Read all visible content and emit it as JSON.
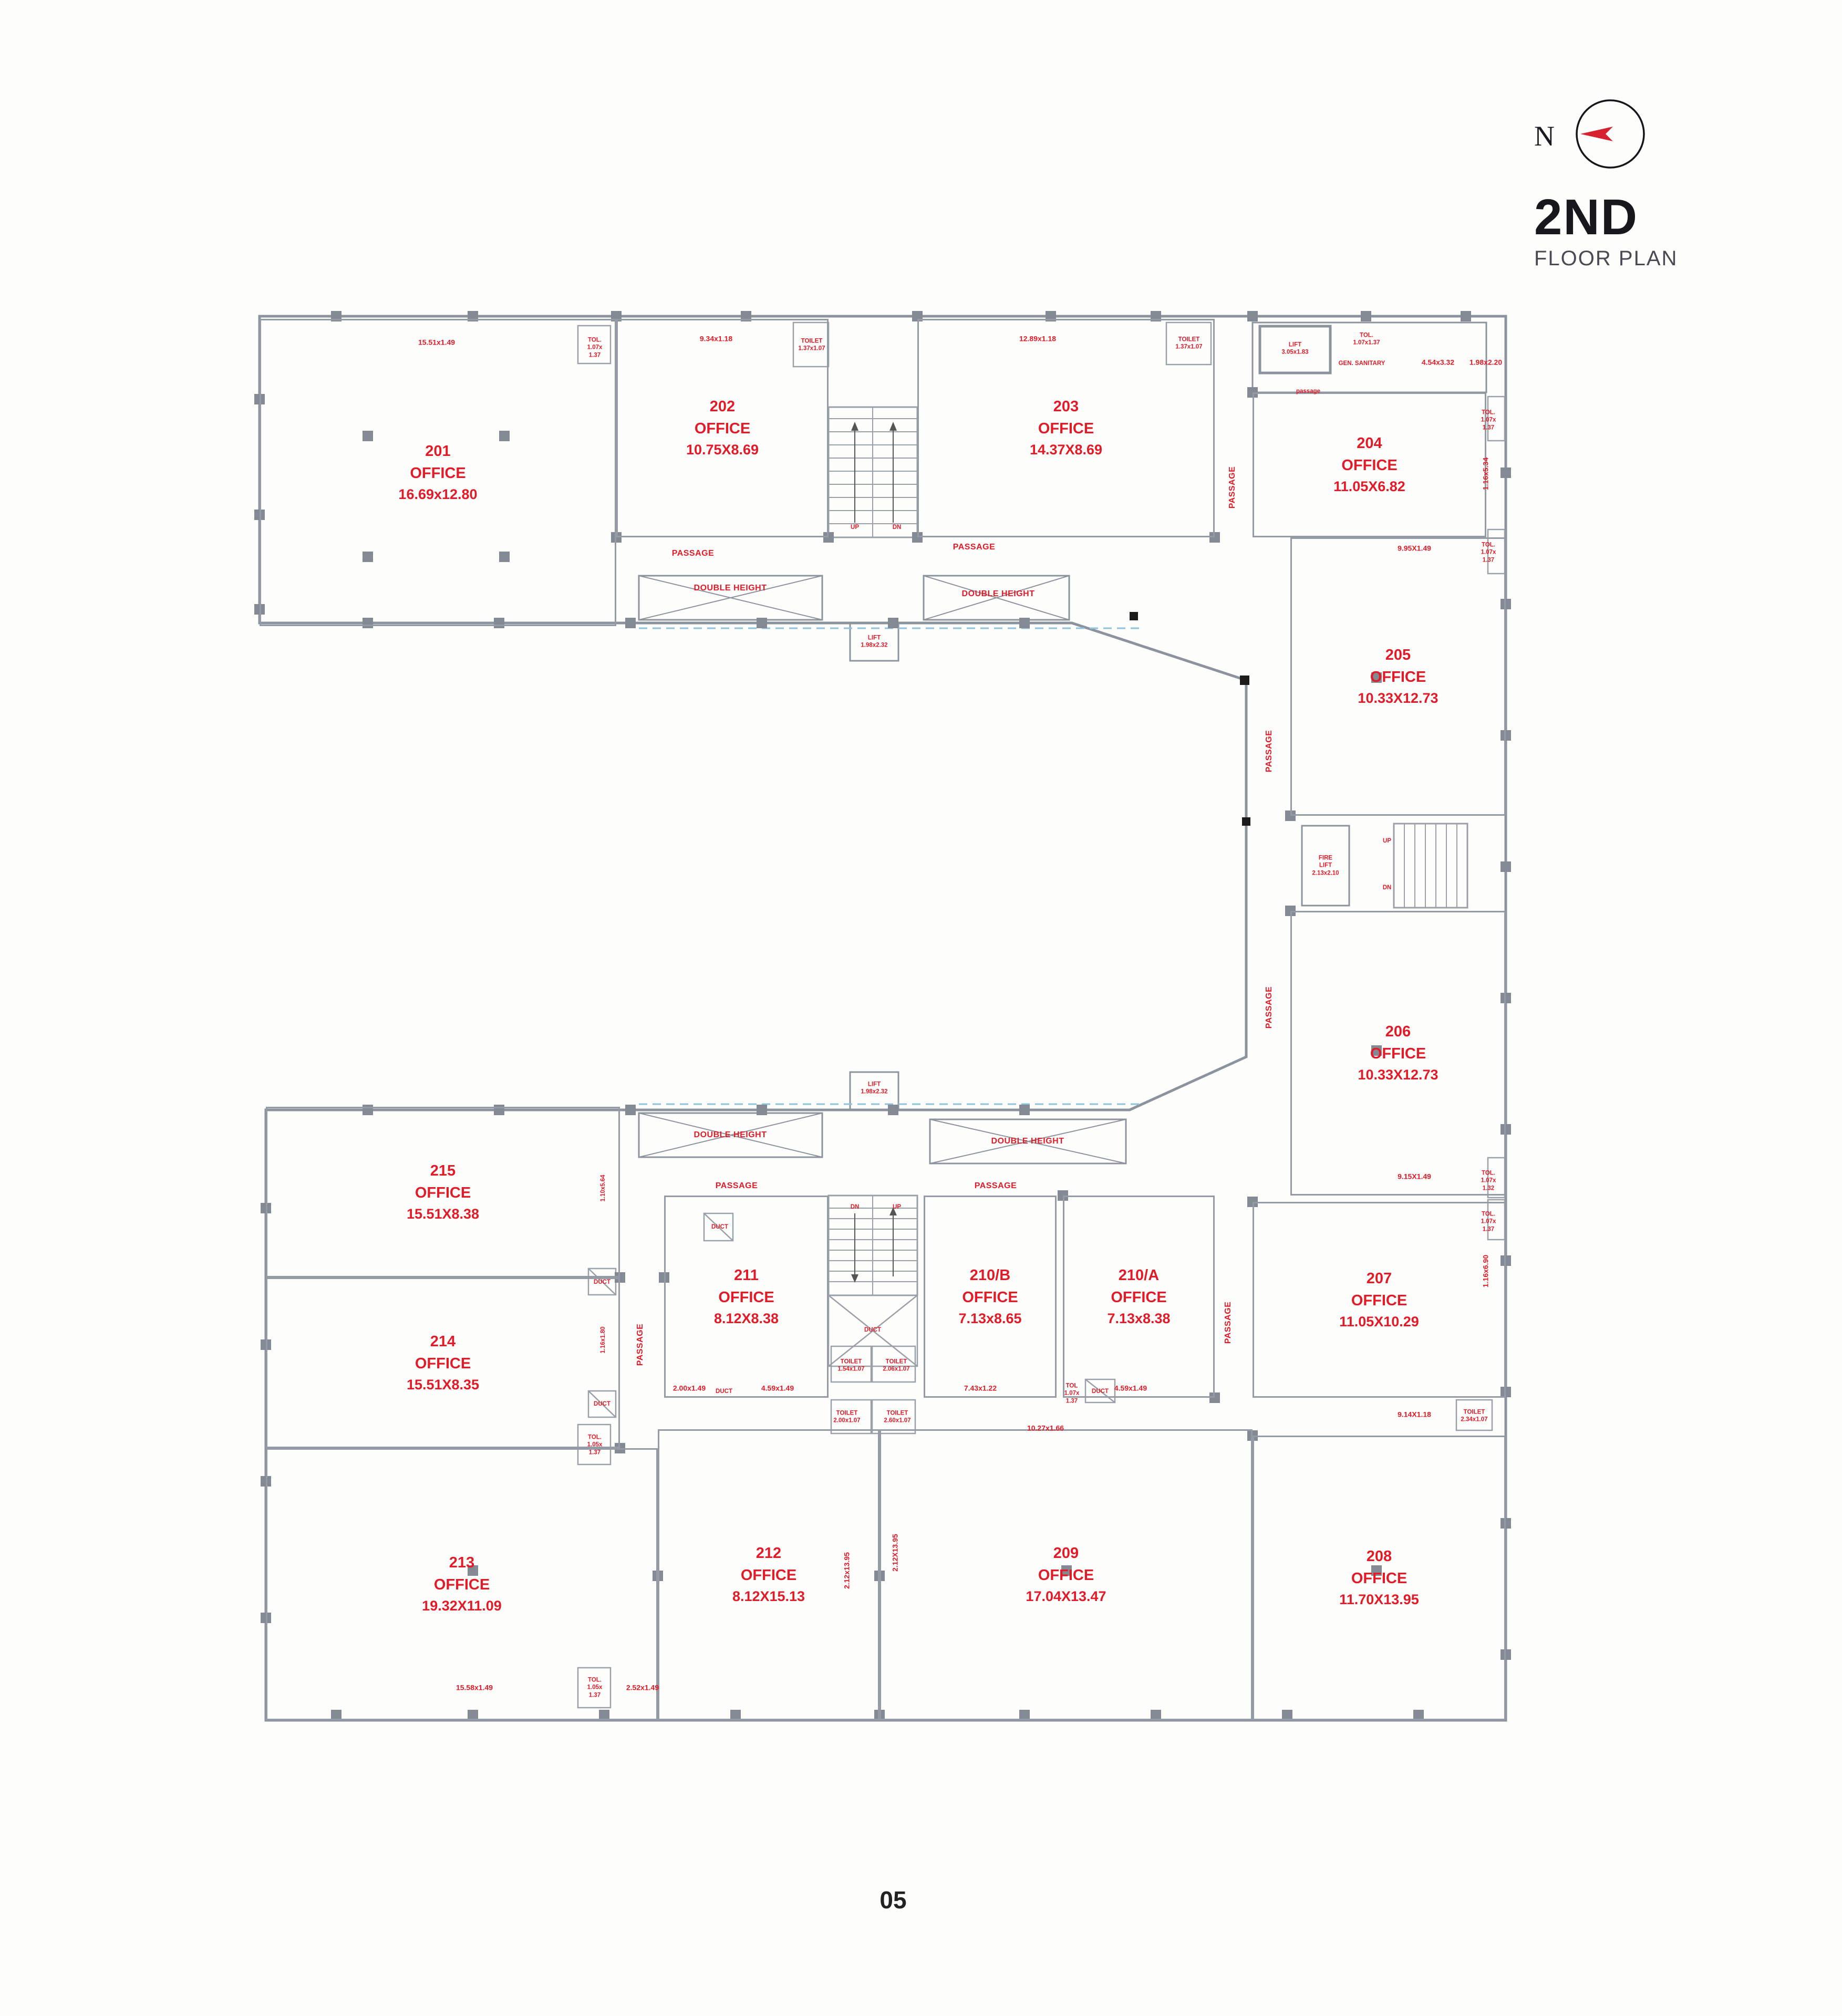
{
  "header": {
    "compass": "N",
    "title": "2ND",
    "subtitle": "FLOOR PLAN"
  },
  "footer": {
    "page_number": "05"
  },
  "palette": {
    "accent_red": "#e11b28",
    "wall_gray": "#959ba4",
    "ink": "#17171c"
  },
  "rooms": [
    {
      "number": "201",
      "type": "OFFICE",
      "size": "16.69x12.80"
    },
    {
      "number": "202",
      "type": "OFFICE",
      "size": "10.75X8.69"
    },
    {
      "number": "203",
      "type": "OFFICE",
      "size": "14.37X8.69"
    },
    {
      "number": "204",
      "type": "OFFICE",
      "size": "11.05X6.82"
    },
    {
      "number": "205",
      "type": "OFFICE",
      "size": "10.33X12.73"
    },
    {
      "number": "206",
      "type": "OFFICE",
      "size": "10.33X12.73"
    },
    {
      "number": "207",
      "type": "OFFICE",
      "size": "11.05X10.29"
    },
    {
      "number": "208",
      "type": "OFFICE",
      "size": "11.70X13.95"
    },
    {
      "number": "209",
      "type": "OFFICE",
      "size": "17.04X13.47"
    },
    {
      "number": "210/A",
      "type": "OFFICE",
      "size": "7.13x8.38"
    },
    {
      "number": "210/B",
      "type": "OFFICE",
      "size": "7.13x8.65"
    },
    {
      "number": "211",
      "type": "OFFICE",
      "size": "8.12X8.38"
    },
    {
      "number": "212",
      "type": "OFFICE",
      "size": "8.12X15.13"
    },
    {
      "number": "213",
      "type": "OFFICE",
      "size": "19.32X11.09"
    },
    {
      "number": "214",
      "type": "OFFICE",
      "size": "15.51X8.35"
    },
    {
      "number": "215",
      "type": "OFFICE",
      "size": "15.51X8.38"
    }
  ],
  "annotations": [
    {
      "text": "15.51x1.49"
    },
    {
      "text": "TOL.\n1.07x\n1.37"
    },
    {
      "text": "9.34x1.18"
    },
    {
      "text": "TOILET\n1.37x1.07"
    },
    {
      "text": "12.89x1.18"
    },
    {
      "text": "TOILET\n1.37x1.07"
    },
    {
      "text": "LIFT\n3.05x1.83"
    },
    {
      "text": "TOL.\n1.07x1.37"
    },
    {
      "text": "GEN. SANITARY"
    },
    {
      "text": "4.54x3.32"
    },
    {
      "text": "1.98x2.20"
    },
    {
      "text": "passage"
    },
    {
      "text": "TOL.\n1.07x\n1.37"
    },
    {
      "text": "1.16x5.34"
    },
    {
      "text": "9.95X1.49"
    },
    {
      "text": "TOL.\n1.07x\n1.37"
    },
    {
      "text": "PASSAGE"
    },
    {
      "text": "PASSAGE"
    },
    {
      "text": "PASSAGE"
    },
    {
      "text": "DOUBLE HEIGHT"
    },
    {
      "text": "DOUBLE HEIGHT"
    },
    {
      "text": "UP"
    },
    {
      "text": "DN"
    },
    {
      "text": "LIFT\n1.98x2.32"
    },
    {
      "text": "PASSAGE"
    },
    {
      "text": "FIRE\nLIFT\n2.13x2.10"
    },
    {
      "text": "UP"
    },
    {
      "text": "DN"
    },
    {
      "text": "PASSAGE"
    },
    {
      "text": "9.15X1.49"
    },
    {
      "text": "TOL.\n1.07x\n1.32"
    },
    {
      "text": "TOL.\n1.07x\n1.37"
    },
    {
      "text": "LIFT\n1.98x2.32"
    },
    {
      "text": "DOUBLE HEIGHT"
    },
    {
      "text": "DOUBLE HEIGHT"
    },
    {
      "text": "PASSAGE"
    },
    {
      "text": "PASSAGE"
    },
    {
      "text": "DN"
    },
    {
      "text": "UP"
    },
    {
      "text": "1.10x5.64"
    },
    {
      "text": "PASSAGE"
    },
    {
      "text": "DUCT"
    },
    {
      "text": "PASSAGE"
    },
    {
      "text": "1.16x6.90"
    },
    {
      "text": "DUCT"
    },
    {
      "text": "1.16x1.80"
    },
    {
      "text": "DUCT"
    },
    {
      "text": "TOILET\n1.54x1.07"
    },
    {
      "text": "TOILET\n2.06x1.07"
    },
    {
      "text": "2.00x1.49"
    },
    {
      "text": "DUCT"
    },
    {
      "text": "4.59x1.49"
    },
    {
      "text": "7.43x1.22"
    },
    {
      "text": "TOL\n1.07x\n1.37"
    },
    {
      "text": "DUCT"
    },
    {
      "text": "4.59x1.49"
    },
    {
      "text": "TOILET\n2.00x1.07"
    },
    {
      "text": "TOILET\n2.60x1.07"
    },
    {
      "text": "DUCT"
    },
    {
      "text": "10.27x1.66"
    },
    {
      "text": "9.14X1.18"
    },
    {
      "text": "TOILET\n2.34x1.07"
    },
    {
      "text": "TOL.\n1.05x\n1.37"
    },
    {
      "text": "2.12x13.95"
    },
    {
      "text": "2.12X13.95"
    },
    {
      "text": "15.58x1.49"
    },
    {
      "text": "TOL.\n1.05x\n1.37"
    },
    {
      "text": "2.52x1.49"
    }
  ]
}
